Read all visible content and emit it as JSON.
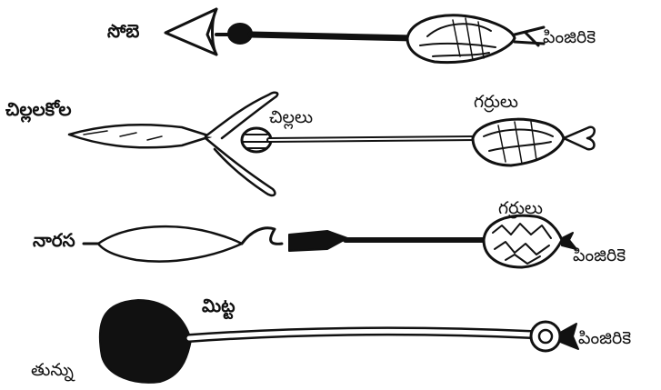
{
  "arrows": [
    {
      "id": "sobe",
      "name": "సోబె",
      "parts": {
        "end": "పింజిరికె"
      }
    },
    {
      "id": "chillalakola",
      "name": "చిల్లలకోల",
      "parts": {
        "barbs": "చిల్లలు",
        "feather": "గర్రులు"
      }
    },
    {
      "id": "narasa",
      "name": "నారస",
      "parts": {
        "feather": "గర్రులు",
        "end": "పింజిరికె"
      }
    },
    {
      "id": "tunnu",
      "name": "తున్ను",
      "parts": {
        "shaft": "మిట్ట",
        "end": "పింజిరికె"
      }
    }
  ],
  "colors": {
    "ink": "#111111",
    "paper": "#ffffff"
  }
}
